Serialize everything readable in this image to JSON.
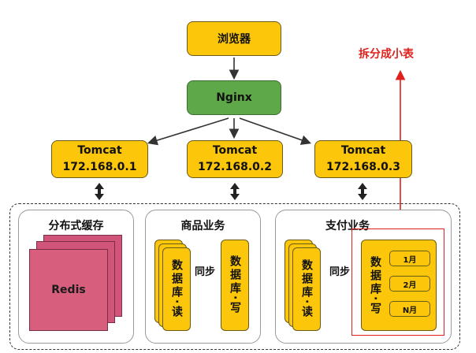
{
  "browser": {
    "label": "浏览器"
  },
  "nginx": {
    "label": "Nginx"
  },
  "tomcats": [
    {
      "name": "Tomcat",
      "ip": "172.168.0.1"
    },
    {
      "name": "Tomcat",
      "ip": "172.168.0.2"
    },
    {
      "name": "Tomcat",
      "ip": "172.168.0.3"
    }
  ],
  "cache": {
    "title": "分布式缓存",
    "redis": "Redis"
  },
  "product": {
    "title": "商品业务",
    "read_db": "数据库·读",
    "write_db": "数据库·写",
    "sync": "同步"
  },
  "payment": {
    "title": "支付业务",
    "read_db": "数据库·读",
    "write_db": "数据库·写",
    "sync": "同步",
    "months": [
      "1月",
      "2月",
      "N月"
    ]
  },
  "annotation": {
    "text": "拆分成小表",
    "color": "#e0201c"
  },
  "colors": {
    "box": "#fcc60a",
    "nginx": "#5ea84a",
    "redis": "#d75f7d"
  }
}
